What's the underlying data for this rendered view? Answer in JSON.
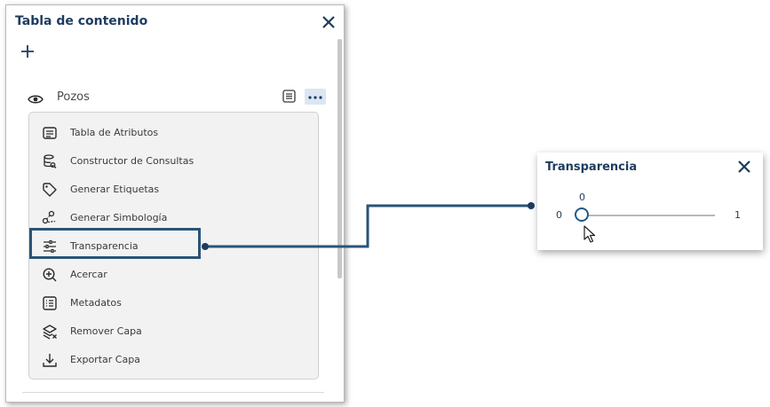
{
  "toc": {
    "title": "Tabla de contenido",
    "layer": {
      "name": "Pozos"
    },
    "menu_items": [
      {
        "label": "Tabla de Atributos",
        "icon": "table-icon"
      },
      {
        "label": "Constructor de Consultas",
        "icon": "query-builder-icon"
      },
      {
        "label": "Generar Etiquetas",
        "icon": "tag-icon"
      },
      {
        "label": "Generar Simbología",
        "icon": "symbology-icon"
      },
      {
        "label": "Transparencia",
        "icon": "sliders-icon"
      },
      {
        "label": "Acercar",
        "icon": "zoom-in-icon"
      },
      {
        "label": "Metadatos",
        "icon": "metadata-icon"
      },
      {
        "label": "Remover Capa",
        "icon": "remove-layer-icon"
      },
      {
        "label": "Exportar Capa",
        "icon": "download-icon"
      }
    ]
  },
  "transparency": {
    "title": "Transparencia",
    "value": "0",
    "min": "0",
    "max": "1",
    "level": 0
  },
  "colors": {
    "accent": "#1d3c5e",
    "highlight_border": "#2b5377",
    "menu_bg": "#f2f2f2"
  }
}
